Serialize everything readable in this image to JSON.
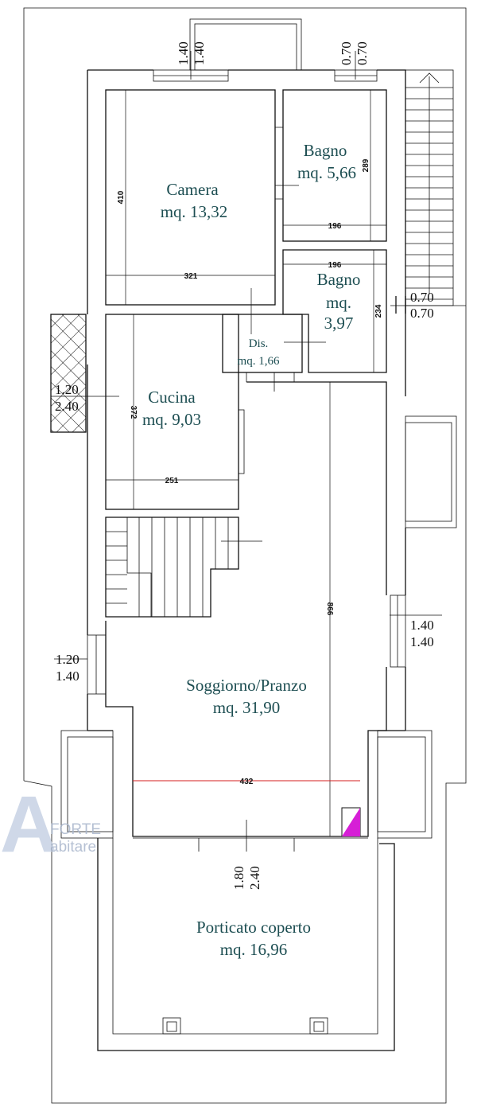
{
  "colors": {
    "walls": "#111111",
    "labels": "#1d4e52",
    "dimension_red": "#d61f1f",
    "marker": "#d61fd6",
    "logo": "#c7d2e4"
  },
  "rooms": [
    {
      "name": "Camera",
      "area": "mq. 13,32"
    },
    {
      "name": "Bagno",
      "area": "mq. 5,66"
    },
    {
      "name": "Bagno",
      "area_line1": "mq.",
      "area_line2": "3,97"
    },
    {
      "name": "Dis.",
      "area": "mq. 1,66"
    },
    {
      "name": "Cucina",
      "area": "mq. 9,03"
    },
    {
      "name": "Soggiorno/Pranzo",
      "area": "mq. 31,90"
    },
    {
      "name": "Porticato coperto",
      "area": "mq. 16,96"
    }
  ],
  "dimensions": {
    "camera_height": "410",
    "camera_width": "321",
    "bagno1_height": "289",
    "bagno1_width": "196",
    "bagno2_width": "196",
    "bagno2_height": "234",
    "cucina_height": "372",
    "cucina_width": "251",
    "soggiorno_height": "866",
    "soggiorno_width": "432"
  },
  "windows": [
    {
      "w": "1.40",
      "h": "1.40"
    },
    {
      "w": "0.70",
      "h": "0.70"
    },
    {
      "w": "0.70",
      "h": "0.70"
    },
    {
      "w": "1.20",
      "h": "2.40"
    },
    {
      "w": "1.40",
      "h": "1.40"
    },
    {
      "w": "1.20",
      "h": "1.40"
    },
    {
      "w": "1.80",
      "h": "2.40"
    }
  ],
  "logo": {
    "letter": "A",
    "line1": "FORTE",
    "line2": "abitare"
  }
}
